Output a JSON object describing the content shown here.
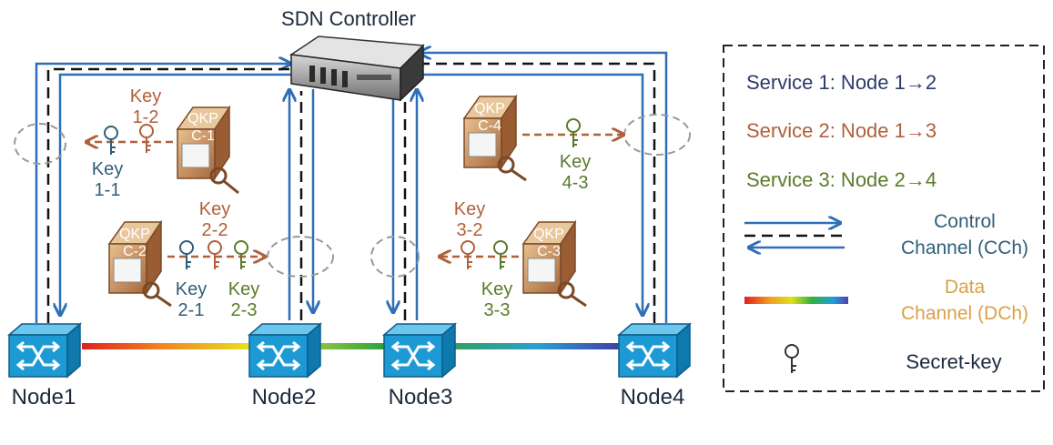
{
  "title": "SDN Controller",
  "nodes": [
    {
      "label": "Node1"
    },
    {
      "label": "Node2"
    },
    {
      "label": "Node3"
    },
    {
      "label": "Node4"
    }
  ],
  "qkp": [
    {
      "line1": "QKP",
      "line2": "C-1"
    },
    {
      "line1": "QKP",
      "line2": "C-2"
    },
    {
      "line1": "QKP",
      "line2": "C-3"
    },
    {
      "line1": "QKP",
      "line2": "C-4"
    }
  ],
  "keys": [
    {
      "line1": "Key",
      "line2": "1-2",
      "color": "#b0603a"
    },
    {
      "line1": "Key",
      "line2": "1-1",
      "color": "#2f5f78"
    },
    {
      "line1": "Key",
      "line2": "2-2",
      "color": "#b0603a"
    },
    {
      "line1": "Key",
      "line2": "2-1",
      "color": "#2f5f78"
    },
    {
      "line1": "Key",
      "line2": "2-3",
      "color": "#5b7a2c"
    },
    {
      "line1": "Key",
      "line2": "3-2",
      "color": "#b0603a"
    },
    {
      "line1": "Key",
      "line2": "3-3",
      "color": "#5b7a2c"
    },
    {
      "line1": "Key",
      "line2": "4-3",
      "color": "#5b7a2c"
    }
  ],
  "legend": {
    "service1": "Service 1:  Node 1→2",
    "service2": "Service 2:  Node 1→3",
    "service3": "Service 3:  Node 2→4",
    "control_line1": "Control",
    "control_line2": "Channel (CCh)",
    "data_line1": "Data",
    "data_line2": "Channel (DCh)",
    "secret": "Secret-key"
  },
  "colors": {
    "service1": "#2c3c68",
    "service2": "#b0603a",
    "service3": "#5b7a2c",
    "control": "#2f5f78",
    "data": "#d9a14a",
    "link_blue": "#2e6fb8",
    "switch_fill": "#1d9ad4"
  }
}
